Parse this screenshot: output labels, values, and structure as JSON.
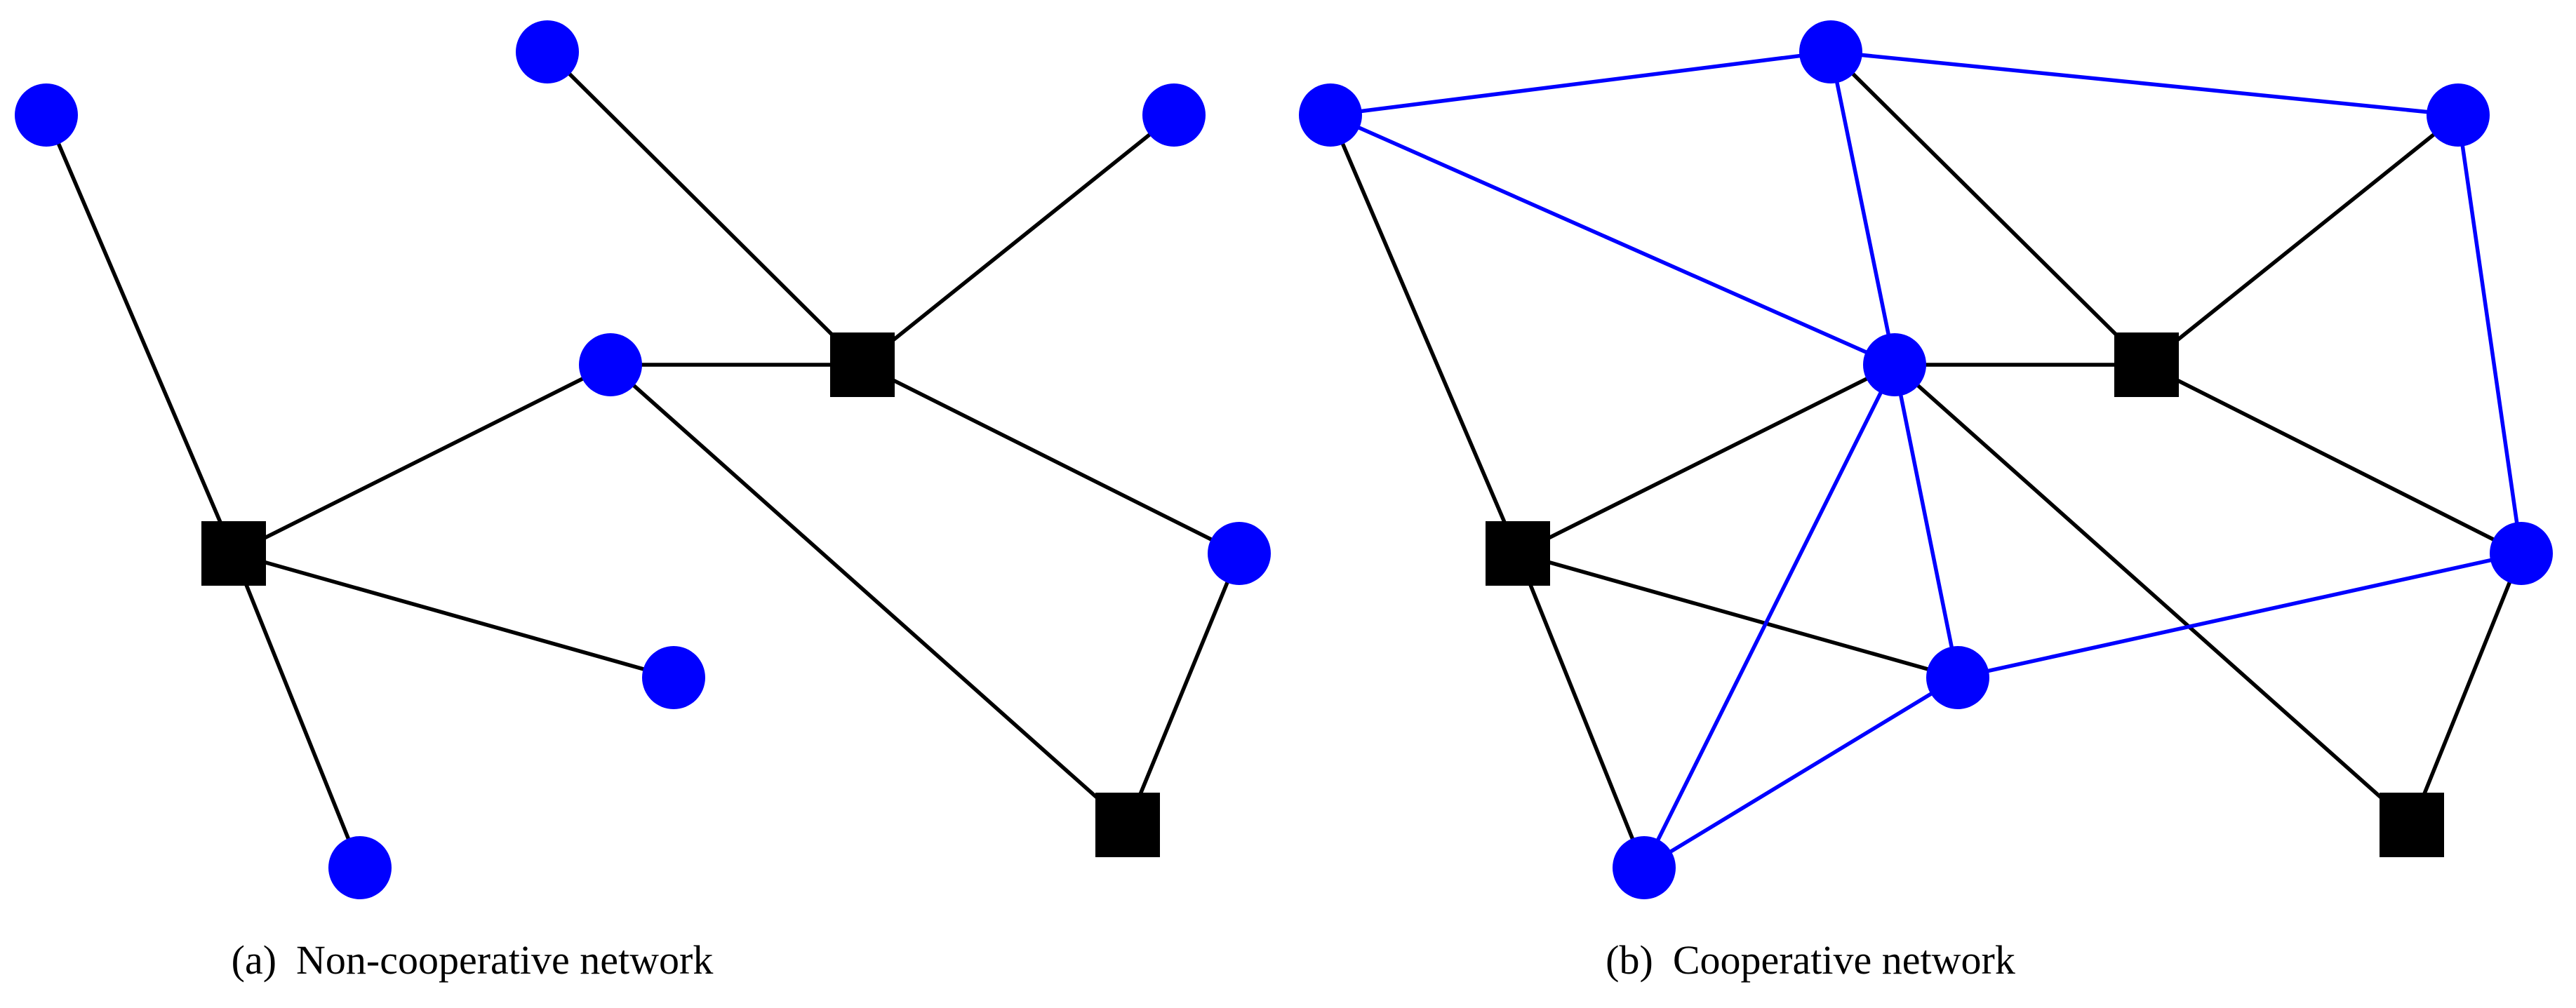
{
  "colors": {
    "sensor_node": "#0000ff",
    "hub_node": "#000000",
    "hub_link": "#000000",
    "cooperative_link": "#0000ff"
  },
  "panels": [
    {
      "id": "a",
      "caption_tag": "(a)",
      "caption_text": "Non-cooperative network",
      "nodes": [
        {
          "id": "a-s1",
          "kind": "sensor"
        },
        {
          "id": "a-s2",
          "kind": "sensor"
        },
        {
          "id": "a-s3",
          "kind": "sensor"
        },
        {
          "id": "a-s4",
          "kind": "sensor"
        },
        {
          "id": "a-s5",
          "kind": "sensor"
        },
        {
          "id": "a-s6",
          "kind": "sensor"
        },
        {
          "id": "a-s7",
          "kind": "sensor"
        },
        {
          "id": "a-h1",
          "kind": "hub"
        },
        {
          "id": "a-h2",
          "kind": "hub"
        },
        {
          "id": "a-h3",
          "kind": "hub"
        }
      ],
      "edges": [
        {
          "from": "a-s1",
          "to": "a-h1",
          "kind": "hub"
        },
        {
          "from": "a-h1",
          "to": "a-s4",
          "kind": "hub"
        },
        {
          "from": "a-h1",
          "to": "a-s6",
          "kind": "hub"
        },
        {
          "from": "a-h1",
          "to": "a-s7",
          "kind": "hub"
        },
        {
          "from": "a-s2",
          "to": "a-h2",
          "kind": "hub"
        },
        {
          "from": "a-s3",
          "to": "a-h2",
          "kind": "hub"
        },
        {
          "from": "a-s4",
          "to": "a-h2",
          "kind": "hub"
        },
        {
          "from": "a-h2",
          "to": "a-s5",
          "kind": "hub"
        },
        {
          "from": "a-s4",
          "to": "a-h3",
          "kind": "hub"
        },
        {
          "from": "a-s5",
          "to": "a-h3",
          "kind": "hub"
        }
      ]
    },
    {
      "id": "b",
      "caption_tag": "(b)",
      "caption_text": "Cooperative network",
      "nodes": [
        {
          "id": "b-s1",
          "kind": "sensor"
        },
        {
          "id": "b-s2",
          "kind": "sensor"
        },
        {
          "id": "b-s3",
          "kind": "sensor"
        },
        {
          "id": "b-s4",
          "kind": "sensor"
        },
        {
          "id": "b-s5",
          "kind": "sensor"
        },
        {
          "id": "b-s6",
          "kind": "sensor"
        },
        {
          "id": "b-s7",
          "kind": "sensor"
        },
        {
          "id": "b-h1",
          "kind": "hub"
        },
        {
          "id": "b-h2",
          "kind": "hub"
        },
        {
          "id": "b-h3",
          "kind": "hub"
        }
      ],
      "edges": [
        {
          "from": "b-s1",
          "to": "b-h1",
          "kind": "hub"
        },
        {
          "from": "b-h1",
          "to": "b-s4",
          "kind": "hub"
        },
        {
          "from": "b-h1",
          "to": "b-s6",
          "kind": "hub"
        },
        {
          "from": "b-h1",
          "to": "b-s7",
          "kind": "hub"
        },
        {
          "from": "b-s2",
          "to": "b-h2",
          "kind": "hub"
        },
        {
          "from": "b-s3",
          "to": "b-h2",
          "kind": "hub"
        },
        {
          "from": "b-s4",
          "to": "b-h2",
          "kind": "hub"
        },
        {
          "from": "b-h2",
          "to": "b-s5",
          "kind": "hub"
        },
        {
          "from": "b-s4",
          "to": "b-h3",
          "kind": "hub"
        },
        {
          "from": "b-s5",
          "to": "b-h3",
          "kind": "hub"
        },
        {
          "from": "b-s1",
          "to": "b-s2",
          "kind": "cooperative"
        },
        {
          "from": "b-s2",
          "to": "b-s3",
          "kind": "cooperative"
        },
        {
          "from": "b-s1",
          "to": "b-s4",
          "kind": "cooperative"
        },
        {
          "from": "b-s2",
          "to": "b-s4",
          "kind": "cooperative"
        },
        {
          "from": "b-s3",
          "to": "b-s5",
          "kind": "cooperative"
        },
        {
          "from": "b-s4",
          "to": "b-s6",
          "kind": "cooperative"
        },
        {
          "from": "b-s4",
          "to": "b-s7",
          "kind": "cooperative"
        },
        {
          "from": "b-s6",
          "to": "b-s5",
          "kind": "cooperative"
        },
        {
          "from": "b-s6",
          "to": "b-s7",
          "kind": "cooperative"
        }
      ]
    }
  ]
}
